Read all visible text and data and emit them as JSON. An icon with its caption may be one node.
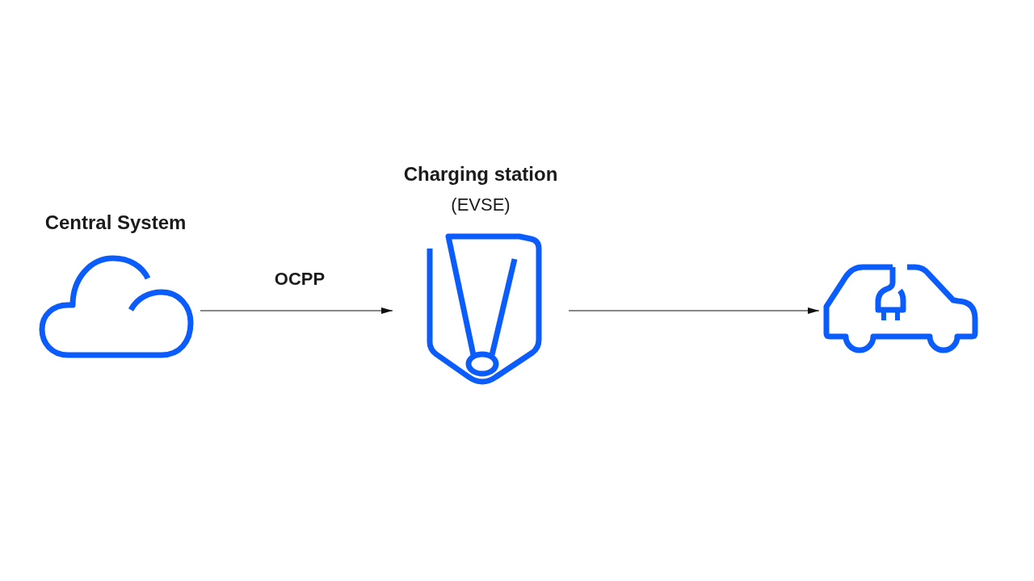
{
  "diagram": {
    "nodes": [
      {
        "text": [
          "Central System"
        ]
      },
      {
        "text": [
          "Charging station",
          "(EVSE)"
        ]
      },
      {
        "text": [],
        "shape": "picture"
      }
    ],
    "edges": [
      {
        "from": 0,
        "to": 1,
        "arrow": "to",
        "label": "OCPP"
      },
      {
        "from": 1,
        "to": 2,
        "arrow": "to"
      }
    ]
  }
}
